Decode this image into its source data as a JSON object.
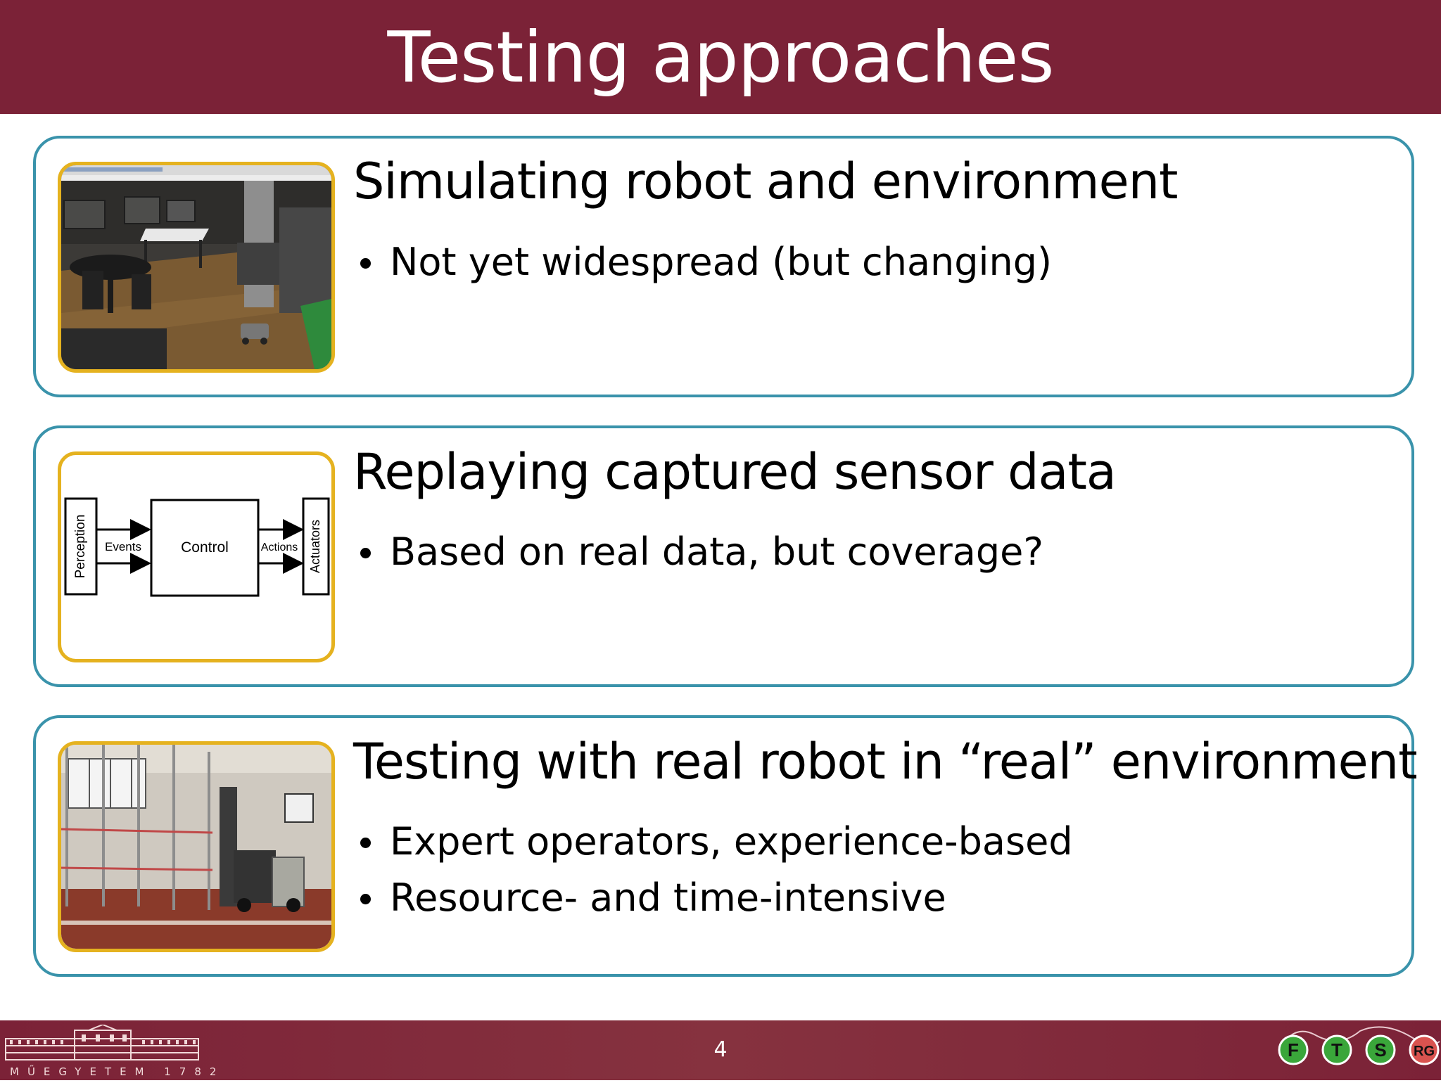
{
  "slide": {
    "title": "Testing approaches",
    "page_number": "4"
  },
  "cards": [
    {
      "heading": "Simulating robot and environment",
      "bullets": [
        "Not yet widespread (but changing)"
      ],
      "image": "simulated-environment-screenshot"
    },
    {
      "heading": "Replaying captured sensor data",
      "bullets": [
        "Based on real data, but coverage?"
      ],
      "image": "sensor-pipeline-diagram",
      "diagram_labels": {
        "perception": "Perception",
        "events": "Events",
        "control": "Control",
        "actions": "Actions",
        "actuators": "Actuators"
      }
    },
    {
      "heading": "Testing with real robot in “real” environment",
      "bullets": [
        "Expert operators, experience-based",
        "Resource- and time-intensive"
      ],
      "image": "real-warehouse-photo"
    }
  ],
  "footer": {
    "university_text": "MŰEGYETEM 1782",
    "logo_letters": [
      "F",
      "T",
      "S",
      "RG"
    ]
  },
  "colors": {
    "header": "#7b2237",
    "card_border": "#3a93ab",
    "thumb_border": "#e5b21f",
    "logo_green": "#3aa63a"
  }
}
